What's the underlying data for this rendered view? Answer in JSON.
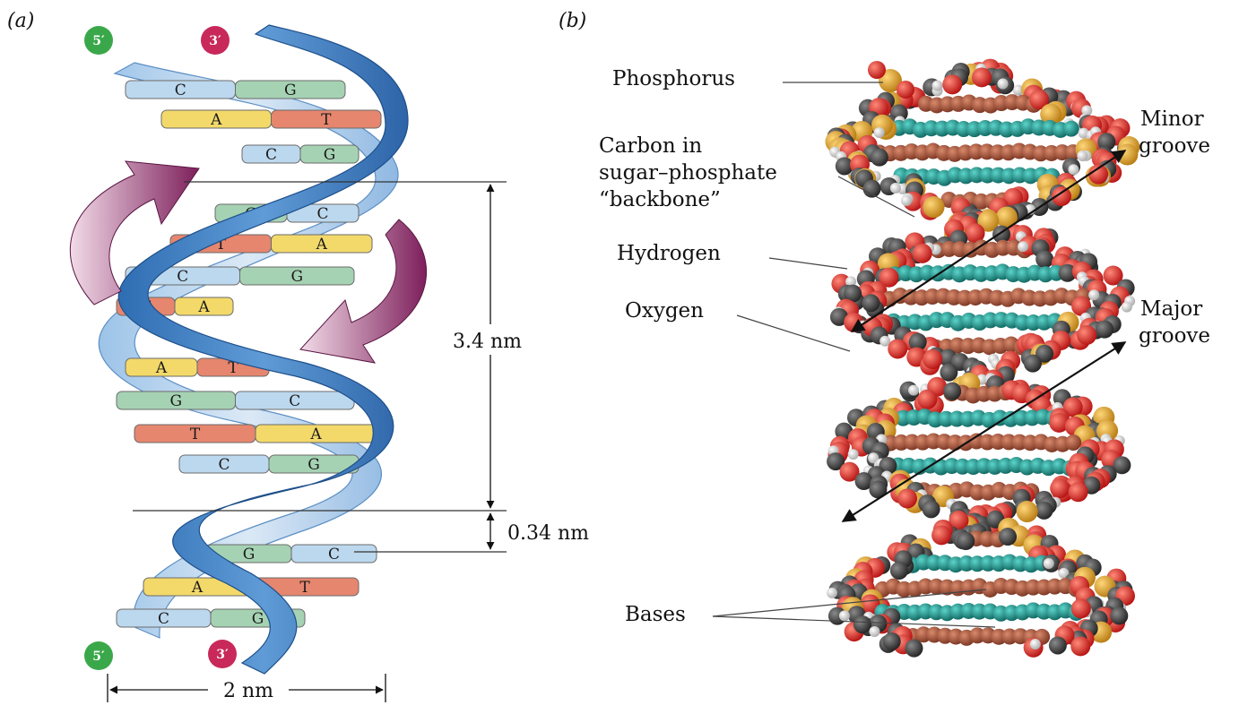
{
  "panels": {
    "a": "(a)",
    "b": "(b)"
  },
  "strand_ends": {
    "top_left": "5′",
    "top_right": "3′",
    "bottom_left": "5′",
    "bottom_right": "3′"
  },
  "dimensions": {
    "pitch": "3.4 nm",
    "rise": "0.34 nm",
    "width": "2 nm"
  },
  "base_pairs": [
    [
      "C",
      "G"
    ],
    [
      "A",
      "T"
    ],
    [
      "C",
      "G"
    ],
    [
      "G",
      "C"
    ],
    [
      "T",
      "A"
    ],
    [
      "C",
      "G"
    ],
    [
      "T",
      "A"
    ],
    [
      "A",
      "T"
    ],
    [
      "G",
      "C"
    ],
    [
      "T",
      "A"
    ],
    [
      "C",
      "G"
    ],
    [
      "G",
      "C"
    ],
    [
      "A",
      "T"
    ],
    [
      "C",
      "G"
    ]
  ],
  "labels": {
    "phosphorus": "Phosphorus",
    "carbon_line1": "Carbon in",
    "carbon_line2": "sugar–phosphate",
    "carbon_line3": "“backbone”",
    "hydrogen": "Hydrogen",
    "oxygen": "Oxygen",
    "bases": "Bases",
    "minor_line1": "Minor",
    "minor_line2": "groove",
    "major_line1": "Major",
    "major_line2": "groove"
  },
  "colors": {
    "backbone_blue": "#3a78bd",
    "base_yellow": "#f3d96a",
    "base_salmon": "#e6866e",
    "base_green": "#a5d2b3",
    "base_lightblue": "#bcd8ee",
    "five_prime": "#3aa84a",
    "three_prime": "#c8285a",
    "arrow_purple": "#8a2a66",
    "phosphorus": "#e0a020",
    "oxygen": "#d81e1e",
    "carbon": "#4a4a4a",
    "hydrogen": "#e8e8e8",
    "base_brown": "#9a4a34",
    "base_teal": "#1f8c86"
  }
}
